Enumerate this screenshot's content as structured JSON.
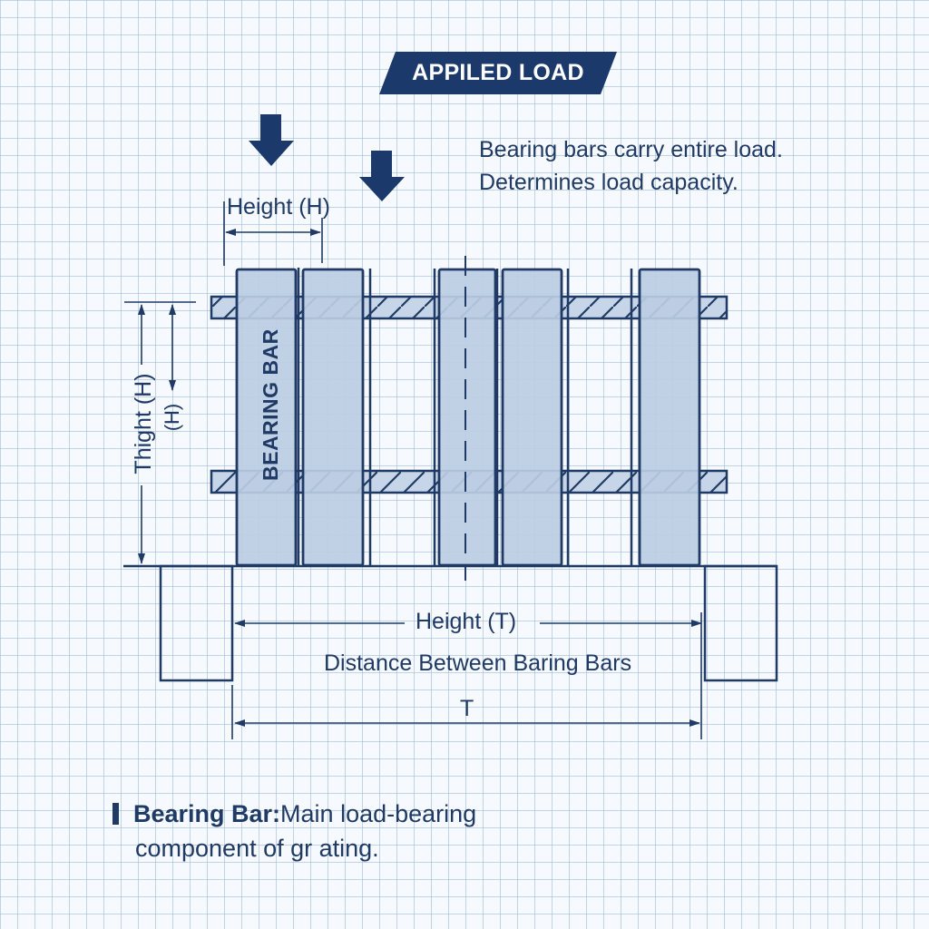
{
  "banner": {
    "text": "APPILED LOAD",
    "color": "#1b3a6b"
  },
  "notes": {
    "line1": "Bearing bars carry entire load.",
    "line2": "Determines load capacity."
  },
  "labels": {
    "top_dimension": "Height (H)",
    "left_dimension_outer": "Thight (H)",
    "left_dimension_inner": "(H)",
    "bearing_bar": "BEARING BAR",
    "span_dimension": "Height (T)",
    "span_description": "Distance Between Baring Bars",
    "overall_dimension": "T"
  },
  "caption": {
    "term": "Bearing Bar:",
    "definition_line1": "Main load-bearing",
    "definition_line2": "component of gr ating."
  },
  "icons": {
    "load_arrows": [
      "down-arrow-icon",
      "down-arrow-icon"
    ]
  },
  "colors": {
    "ink": "#1f3a64",
    "bar_fill": "#bccde3",
    "grid": "#b4c9e2",
    "background": "#f6f9fd"
  },
  "bars": {
    "bearing_bar_count": 5,
    "cross_bar_count": 2
  }
}
